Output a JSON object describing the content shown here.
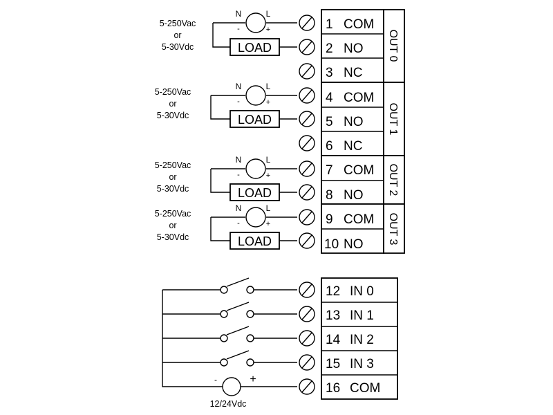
{
  "diagram": {
    "outputs": [
      {
        "group_label": "OUT 0",
        "supply": [
          "5-250Vac",
          "or",
          "5-30Vdc"
        ],
        "polarity": {
          "n": "N",
          "l": "L",
          "minus": "-",
          "plus": "+"
        },
        "load_label": "LOAD",
        "terminals": [
          {
            "num": "1",
            "name": "COM"
          },
          {
            "num": "2",
            "name": "NO"
          },
          {
            "num": "3",
            "name": "NC"
          }
        ]
      },
      {
        "group_label": "OUT 1",
        "supply": [
          "5-250Vac",
          "or",
          "5-30Vdc"
        ],
        "polarity": {
          "n": "N",
          "l": "L",
          "minus": "-",
          "plus": "+"
        },
        "load_label": "LOAD",
        "terminals": [
          {
            "num": "4",
            "name": "COM"
          },
          {
            "num": "5",
            "name": "NO"
          },
          {
            "num": "6",
            "name": "NC"
          }
        ]
      },
      {
        "group_label": "OUT 2",
        "supply": [
          "5-250Vac",
          "or",
          "5-30Vdc"
        ],
        "polarity": {
          "n": "N",
          "l": "L",
          "minus": "-",
          "plus": "+"
        },
        "load_label": "LOAD",
        "terminals": [
          {
            "num": "7",
            "name": "COM"
          },
          {
            "num": "8",
            "name": "NO"
          }
        ]
      },
      {
        "group_label": "OUT 3",
        "supply": [
          "5-250Vac",
          "or",
          "5-30Vdc"
        ],
        "polarity": {
          "n": "N",
          "l": "L",
          "minus": "-",
          "plus": "+"
        },
        "load_label": "LOAD",
        "terminals": [
          {
            "num": "9",
            "name": "COM"
          },
          {
            "num": "10",
            "name": "NO"
          }
        ]
      }
    ],
    "inputs": {
      "terminals": [
        {
          "num": "12",
          "name": "IN 0"
        },
        {
          "num": "13",
          "name": "IN 1"
        },
        {
          "num": "14",
          "name": "IN 2"
        },
        {
          "num": "15",
          "name": "IN 3"
        },
        {
          "num": "16",
          "name": "COM"
        }
      ],
      "supply": {
        "minus": "-",
        "plus": "+",
        "label": "12/24Vdc"
      }
    }
  }
}
